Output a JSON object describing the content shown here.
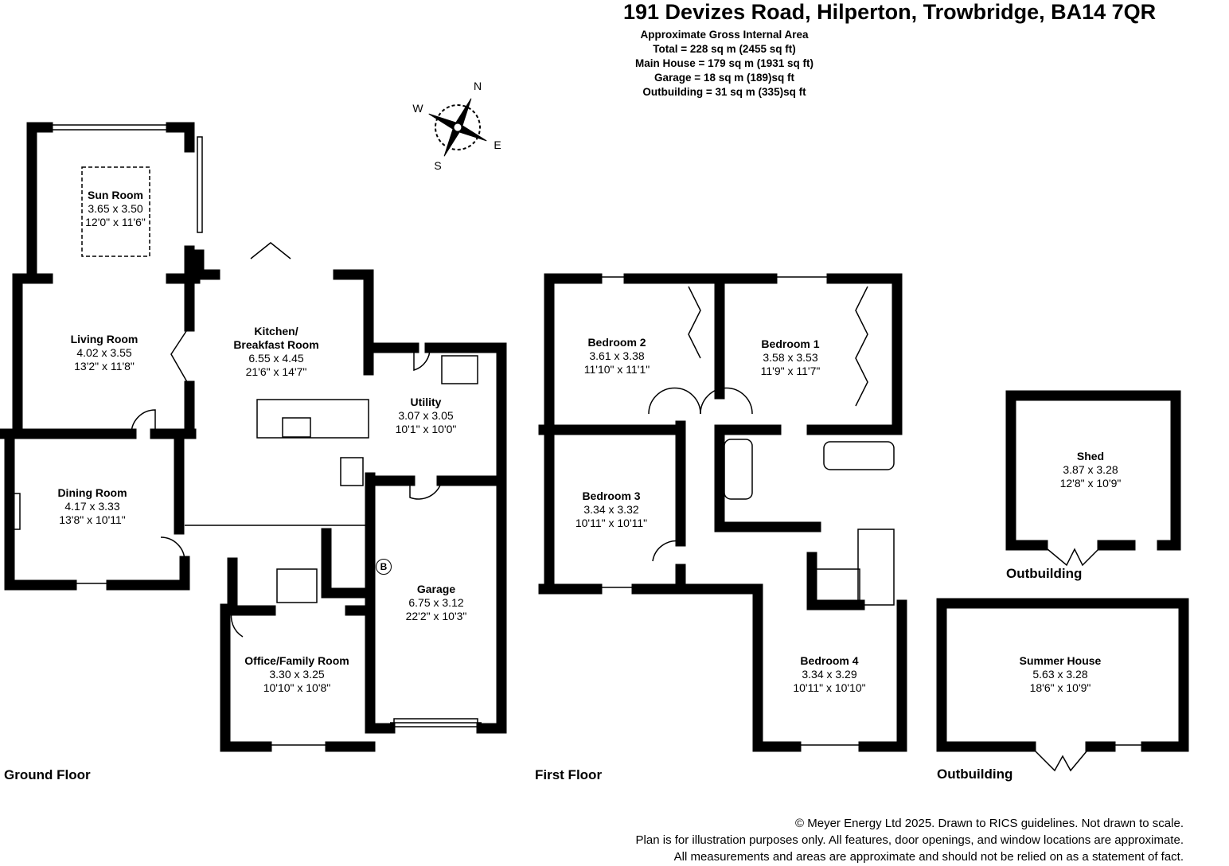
{
  "header": {
    "title": "191 Devizes Road, Hilperton, Trowbridge, BA14 7QR",
    "area_lines": [
      "Approximate Gross Internal Area",
      "Total = 228 sq m (2455 sq ft)",
      "Main House = 179 sq m (1931 sq ft)",
      "Garage = 18 sq m (189)sq ft",
      "Outbuilding = 31 sq m (335)sq ft"
    ]
  },
  "compass": {
    "n": "N",
    "e": "E",
    "s": "S",
    "w": "W"
  },
  "rooms": {
    "sun_room": {
      "name": "Sun Room",
      "metric": "3.65 x 3.50",
      "imperial": "12'0\" x 11'6\""
    },
    "living_room": {
      "name": "Living Room",
      "metric": "4.02 x 3.55",
      "imperial": "13'2\" x 11'8\""
    },
    "kitchen": {
      "name1": "Kitchen/",
      "name2": "Breakfast Room",
      "metric": "6.55 x 4.45",
      "imperial": "21'6\" x 14'7\""
    },
    "utility": {
      "name": "Utility",
      "metric": "3.07 x 3.05",
      "imperial": "10'1\" x 10'0\""
    },
    "dining_room": {
      "name": "Dining Room",
      "metric": "4.17 x 3.33",
      "imperial": "13'8\" x 10'11\""
    },
    "garage": {
      "name": "Garage",
      "metric": "6.75 x 3.12",
      "imperial": "22'2\" x 10'3\""
    },
    "office": {
      "name": "Office/Family Room",
      "metric": "3.30 x 3.25",
      "imperial": "10'10\" x 10'8\""
    },
    "bedroom2": {
      "name": "Bedroom 2",
      "metric": "3.61 x 3.38",
      "imperial": "11'10\" x 11'1\""
    },
    "bedroom1": {
      "name": "Bedroom 1",
      "metric": "3.58 x 3.53",
      "imperial": "11'9\" x 11'7\""
    },
    "bedroom3": {
      "name": "Bedroom 3",
      "metric": "3.34 x 3.32",
      "imperial": "10'11\" x 10'11\""
    },
    "bedroom4": {
      "name": "Bedroom 4",
      "metric": "3.34 x 3.29",
      "imperial": "10'11\" x 10'10\""
    },
    "shed": {
      "name": "Shed",
      "metric": "3.87 x 3.28",
      "imperial": "12'8\" x 10'9\""
    },
    "summer_house": {
      "name": "Summer House",
      "metric": "5.63 x 3.28",
      "imperial": "18'6\" x 10'9\""
    }
  },
  "boiler_marker": "B",
  "floors": {
    "ground": "Ground Floor",
    "first": "First Floor",
    "outbuilding1": "Outbuilding",
    "outbuilding2": "Outbuilding"
  },
  "footer": [
    "© Meyer Energy Ltd 2025. Drawn to RICS guidelines.  Not drawn to scale.",
    "Plan is for illustration purposes only. All features, door openings, and window locations are approximate.",
    "All measurements and areas are approximate and should not be relied on as a statement of fact."
  ]
}
